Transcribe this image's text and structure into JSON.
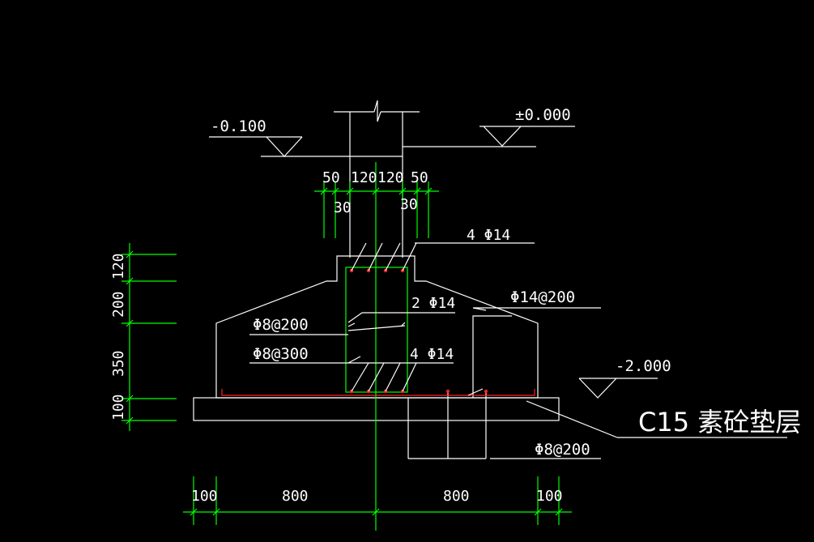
{
  "colors": {
    "background": "#000000",
    "outline": "#ffffff",
    "dimension": "#00ff00",
    "rebar": "#ff2020"
  },
  "elevations": {
    "left": "-0.100",
    "top_right": "±0.000",
    "bottom_right": "-2.000"
  },
  "dimensions": {
    "top": [
      "50",
      "120",
      "120",
      "50"
    ],
    "top_sub": [
      "30",
      "30"
    ],
    "left": [
      "120",
      "200",
      "350",
      "100"
    ],
    "bottom": [
      "100",
      "800",
      "800",
      "100"
    ]
  },
  "labels": {
    "rebar_top": "4 Φ14",
    "rebar_mid": "2 Φ14",
    "rebar_low": "4 Φ14",
    "slab_rebar": "Φ14@200",
    "stirrup_1": "Φ8@200",
    "stirrup_2": "Φ8@300",
    "dist_rebar": "Φ8@200",
    "cushion": "C15 素砼垫层"
  }
}
